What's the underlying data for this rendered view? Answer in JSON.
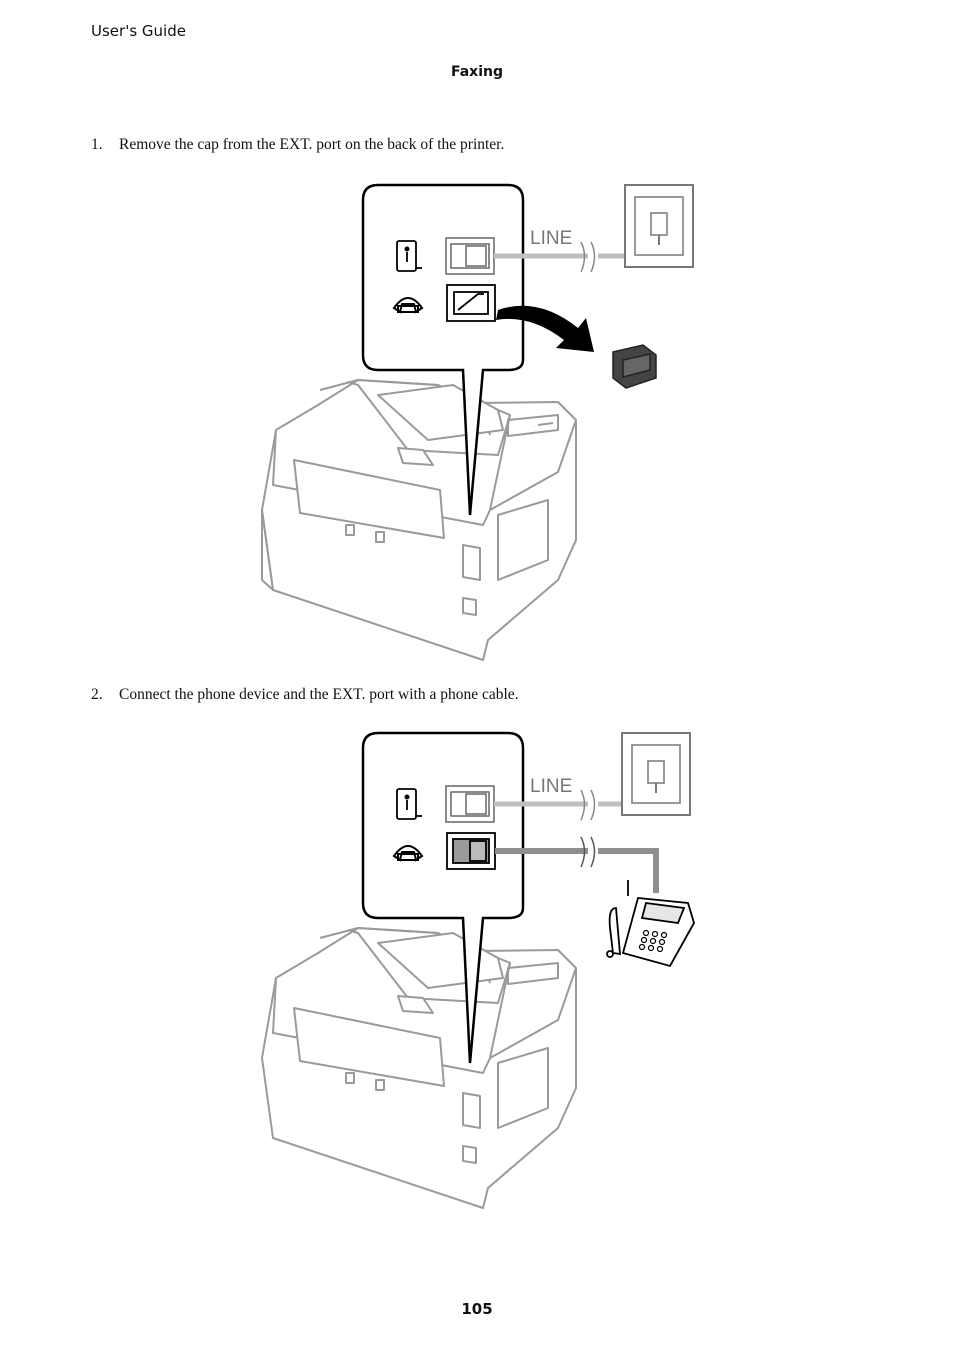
{
  "header": {
    "guide_title": "User's Guide",
    "section_title": "Faxing"
  },
  "steps": [
    {
      "number": "1.",
      "text": "Remove the cap from the EXT. port on the back of the printer."
    },
    {
      "number": "2.",
      "text": "Connect the phone device and the EXT. port with a phone cable."
    }
  ],
  "figures": [
    {
      "port_label": "LINE"
    },
    {
      "port_label": "LINE"
    }
  ],
  "footer": {
    "page_number": "105"
  }
}
